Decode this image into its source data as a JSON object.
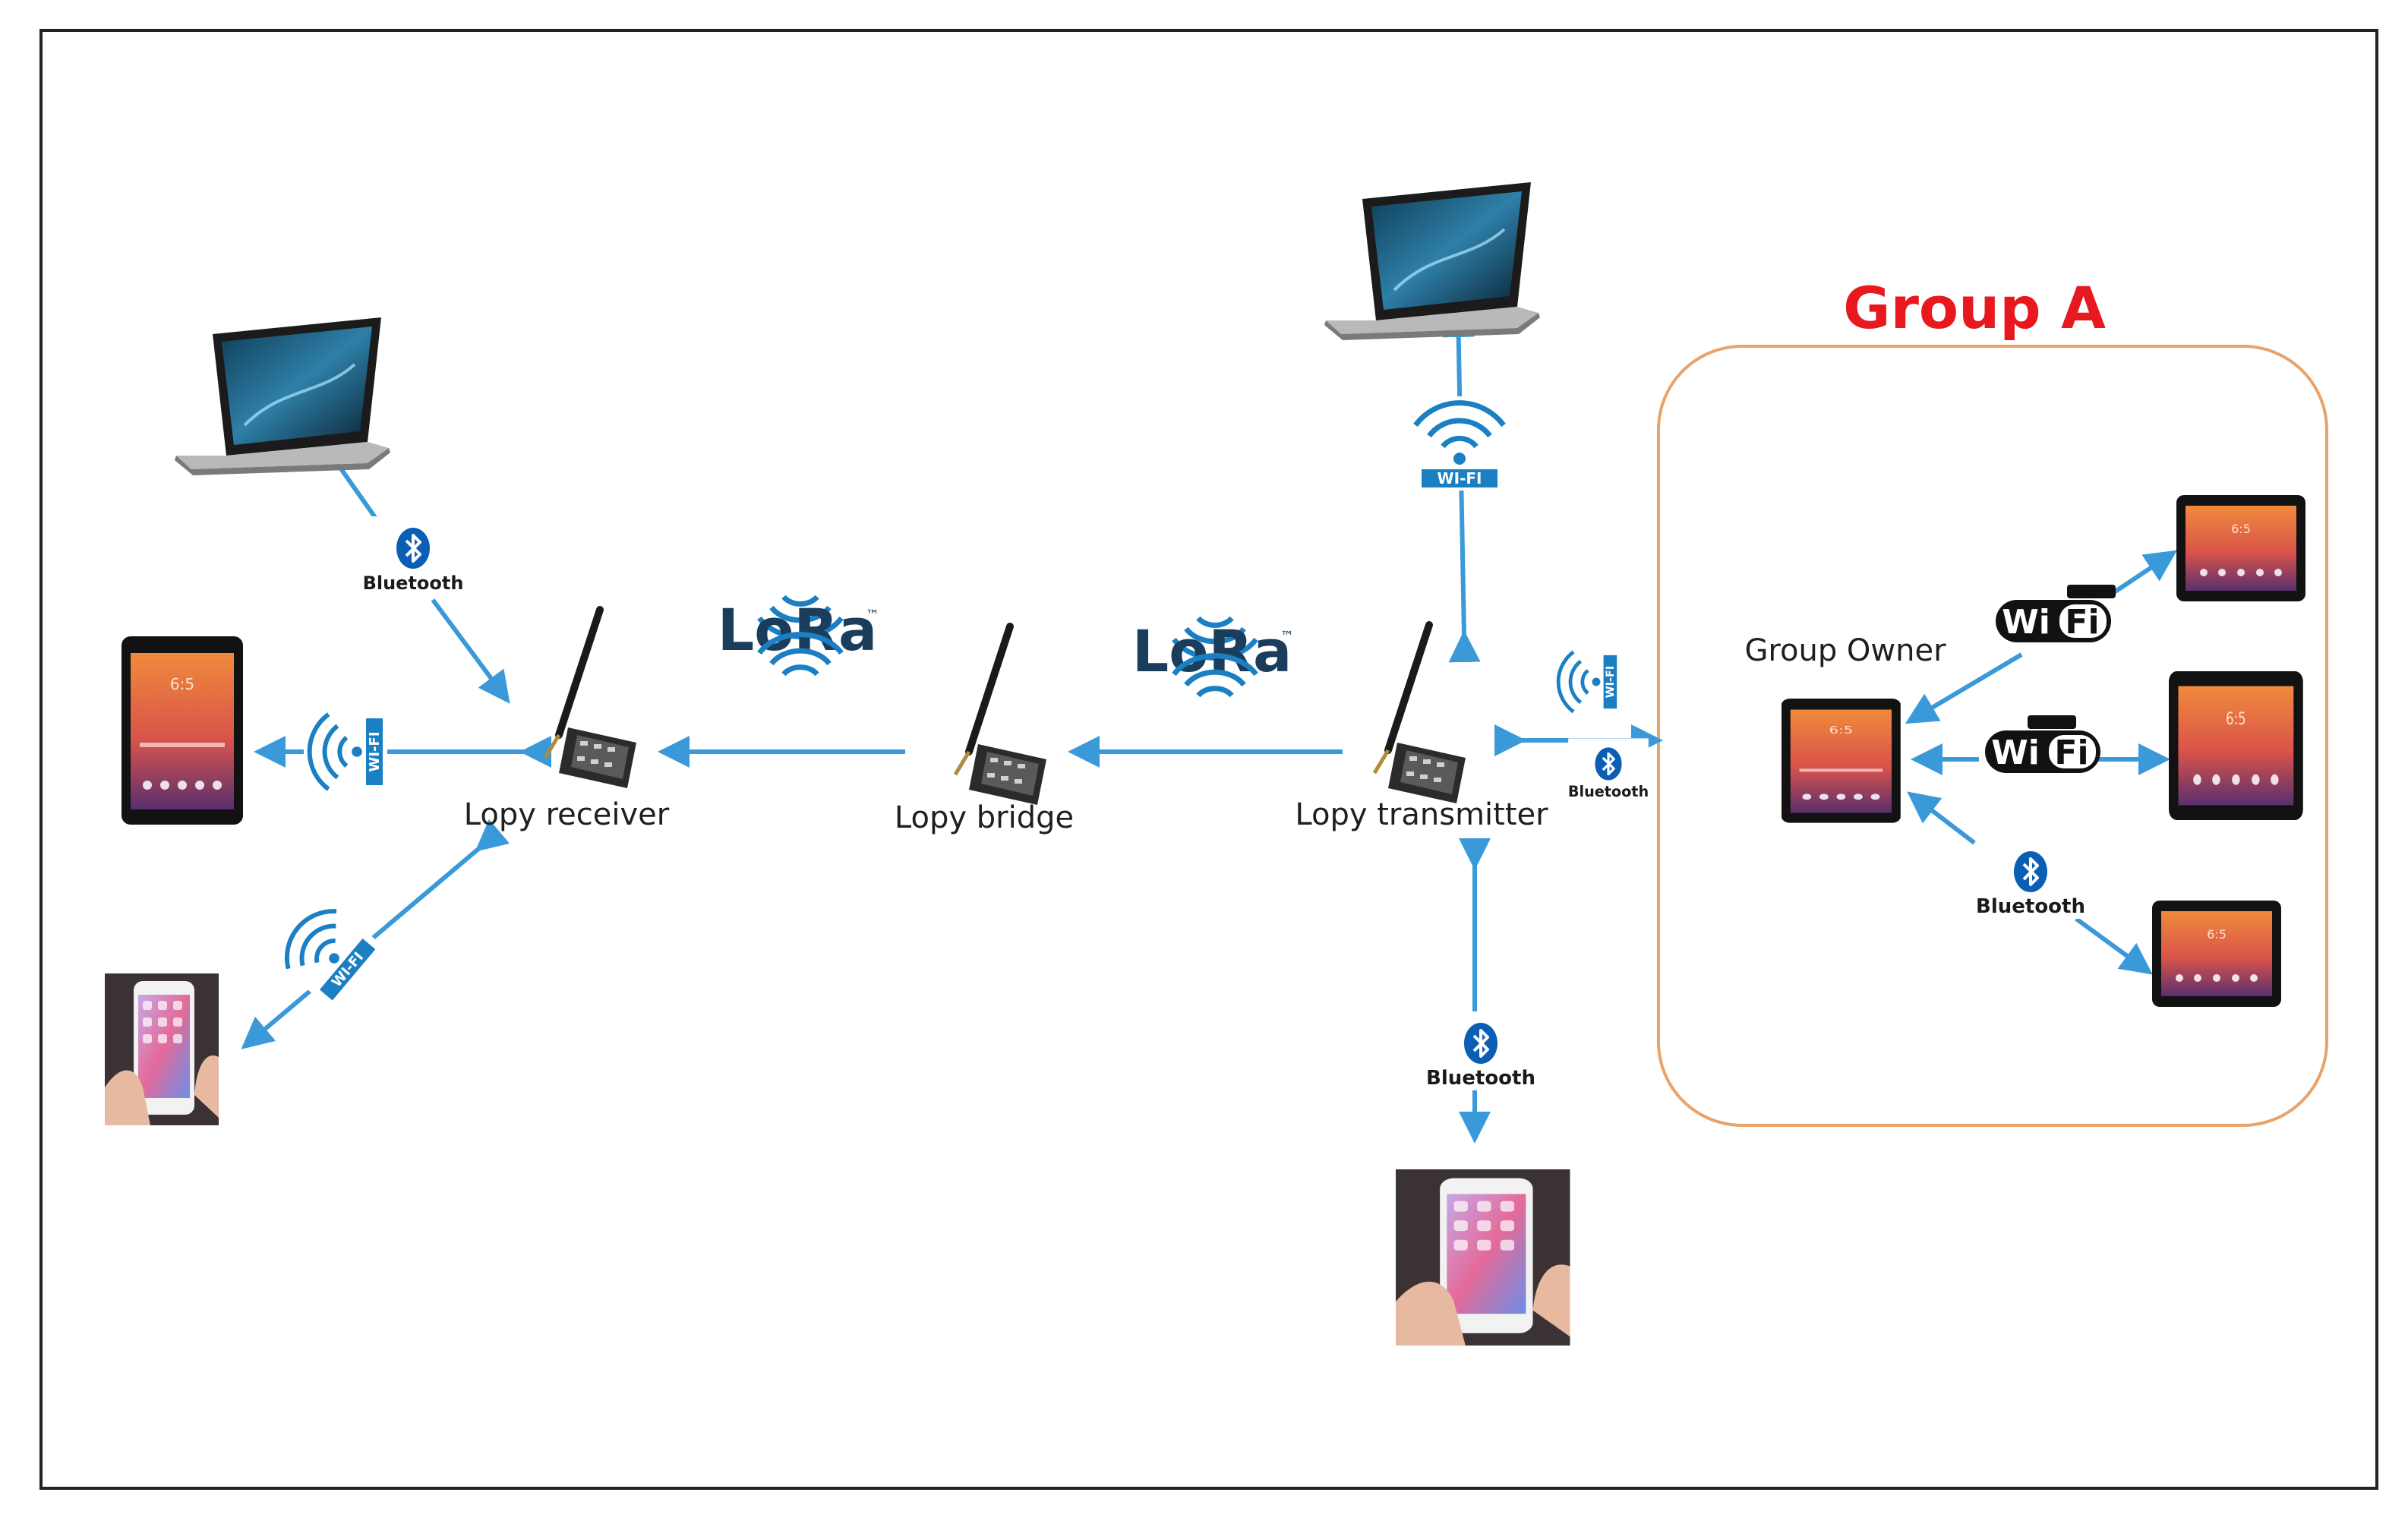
{
  "colors": {
    "link": "#3a9ad9",
    "brand_blue": "#1b7fc4",
    "bluetooth": "#0a5fb4",
    "group_border": "#e8a36a",
    "group_title": "#e8191e",
    "frame": "#222222"
  },
  "nodes": {
    "receiver": {
      "label": "Lopy receiver"
    },
    "bridge": {
      "label": "Lopy bridge"
    },
    "transmitter": {
      "label": "Lopy transmitter"
    },
    "group_owner": {
      "label": "Group Owner"
    }
  },
  "group": {
    "title": "Group A"
  },
  "badges": {
    "lora": "LoRa",
    "lora_tm": "™",
    "bluetooth": "Bluetooth",
    "wifi": "WI-FI",
    "wifi_direct_a": "Wi",
    "wifi_direct_b": "Fi"
  },
  "icons": {
    "device_icons": [
      "laptop-icon",
      "tablet-icon",
      "smartphone-icon",
      "lopy-board-icon"
    ],
    "badge_icons": [
      "bluetooth-icon",
      "wifi-icon",
      "wifi-direct-icon",
      "lora-icon"
    ]
  }
}
